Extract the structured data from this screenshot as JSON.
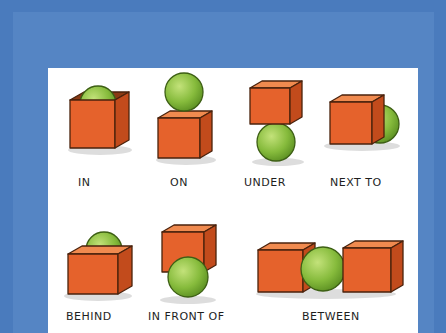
{
  "diagram": {
    "labels": [
      "IN",
      "ON",
      "UNDER",
      "NEXT TO",
      "BEHIND",
      "IN FRONT OF",
      "BETWEEN"
    ]
  }
}
